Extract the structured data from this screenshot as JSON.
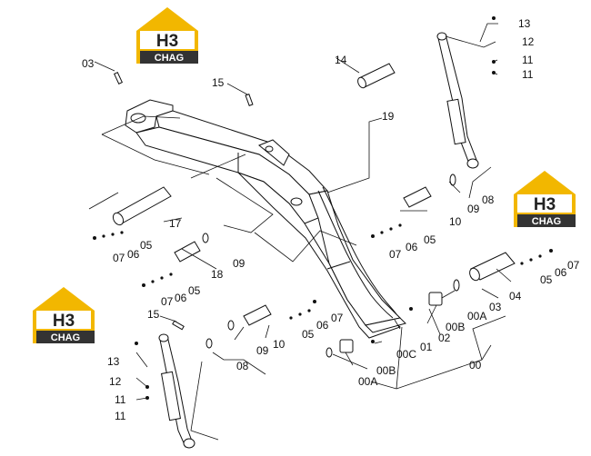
{
  "colors": {
    "logo_yellow": "#f2b700",
    "logo_dark": "#333333",
    "line": "#111111"
  },
  "logos": [
    {
      "top": "H3",
      "bottom": "CHAG"
    },
    {
      "top": "H3",
      "bottom": "CHAG"
    },
    {
      "top": "H3",
      "bottom": "CHAG"
    }
  ],
  "labels": {
    "l03": "03",
    "l15a": "15",
    "l14": "14",
    "l13a": "13",
    "l12a": "12",
    "l11a": "11",
    "l11b": "11",
    "l19": "19",
    "l08a": "08",
    "l09a": "09",
    "l10a": "10",
    "l05a": "05",
    "l06a": "06",
    "l07a": "07",
    "l17": "17",
    "l05b": "05",
    "l06b": "06",
    "l07b": "07",
    "l09b": "09",
    "l18": "18",
    "l05c": "05",
    "l06c": "06",
    "l07c": "07",
    "l15b": "15",
    "l07d": "07",
    "l06d": "06",
    "l05d": "05",
    "l10b": "10",
    "l09c": "09",
    "l08b": "08",
    "l13b": "13",
    "l12b": "12",
    "l11c": "11",
    "l11d": "11",
    "l07e": "07",
    "l06e": "06",
    "l05e": "05",
    "l04": "04",
    "l03b": "03",
    "l00A1": "00A",
    "l00B1": "00B",
    "l02": "02",
    "l01": "01",
    "l00C": "00C",
    "l00B2": "00B",
    "l00A2": "00A",
    "l00": "00"
  }
}
